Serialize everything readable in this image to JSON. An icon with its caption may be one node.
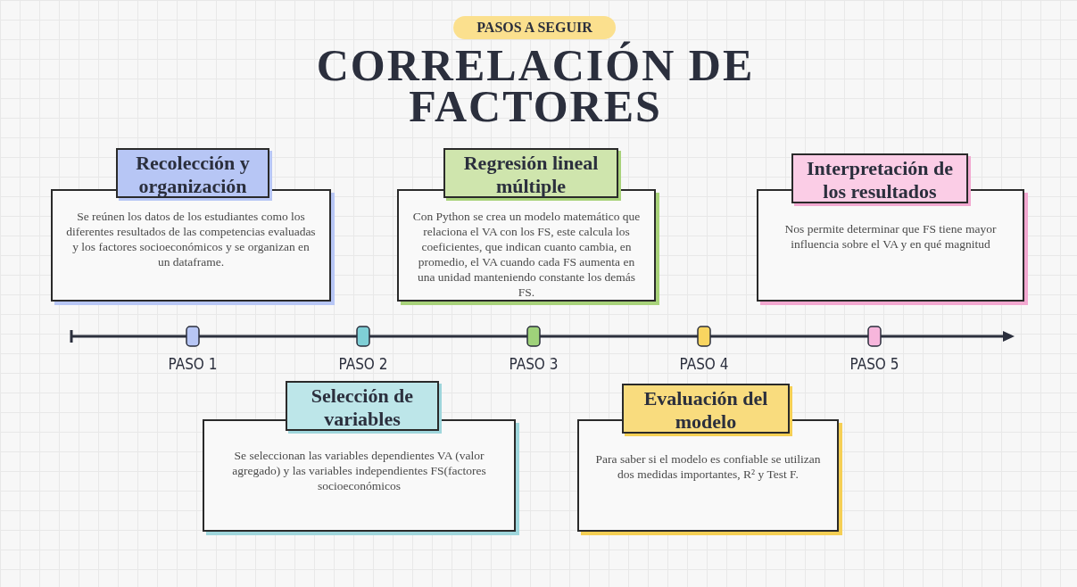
{
  "diagram": {
    "title": "CORRELACIÓN DE FACTORES",
    "nodes": [
      {
        "text": [
          "Recolección y organización",
          "Se reúnen los datos de los estudiantes como los diferentes resultados de las competencias evaluadas y los factores socioeconómicos y se organizan en un dataframe."
        ]
      },
      {
        "text": [
          "Regresión lineal múltiple",
          "Con Python se crea un modelo matemático que relaciona el VA con los FS, este calcula los coeficientes, que indican cuanto cambia, en promedio, el VA cuando cada FS aumenta en una unidad manteniendo constante los demás FS."
        ]
      },
      {
        "text": [
          "Interpretación de los resultados",
          "Nos permite determinar que FS tiene mayor influencia sobre el VA y en qué magnitud"
        ]
      },
      {
        "text": [
          "Selección de variables",
          "Se seleccionan las variables dependientes VA (valor agregado) y las variables independientes FS(factores socioeconómicos"
        ]
      },
      {
        "text": [
          "Evaluación del modelo",
          "Para saber si el modelo es confiable se utilizan dos medidas importantes, R² y Test F."
        ]
      }
    ],
    "labels": [
      "PASOS A SEGUIR",
      "PASO 1",
      "PASO 2",
      "PASO 3",
      "PASO 4",
      "PASO 5"
    ]
  }
}
